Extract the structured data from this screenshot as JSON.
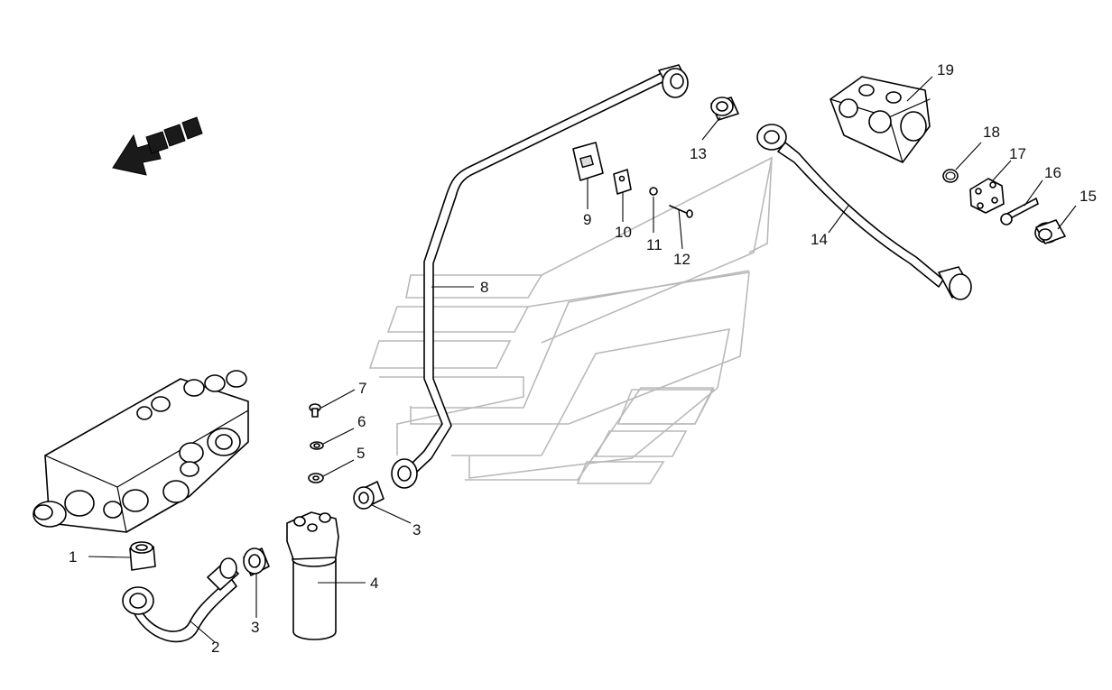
{
  "diagram": {
    "callouts": [
      {
        "label": "1"
      },
      {
        "label": "2"
      },
      {
        "label": "3"
      },
      {
        "label": "3"
      },
      {
        "label": "4"
      },
      {
        "label": "5"
      },
      {
        "label": "6"
      },
      {
        "label": "7"
      },
      {
        "label": "8"
      },
      {
        "label": "9"
      },
      {
        "label": "10"
      },
      {
        "label": "11"
      },
      {
        "label": "12"
      },
      {
        "label": "13"
      },
      {
        "label": "14"
      },
      {
        "label": "15"
      },
      {
        "label": "16"
      },
      {
        "label": "17"
      },
      {
        "label": "18"
      },
      {
        "label": "19"
      }
    ],
    "direction_arrow": {
      "icon": "direction-arrow-icon",
      "color": "#1a1a1a"
    },
    "background_watermark": {
      "color": "#b9b9b9"
    }
  }
}
